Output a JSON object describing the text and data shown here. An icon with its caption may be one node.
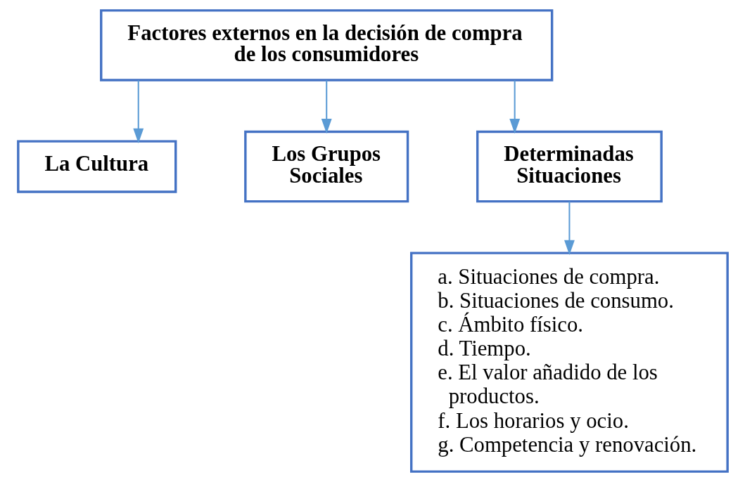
{
  "diagram": {
    "nodes": [
      {
        "text": [
          "Factores externos en la decisión de compra de los consumidores"
        ]
      },
      {
        "text": [
          "La Cultura"
        ]
      },
      {
        "text": [
          "Los Grupos Sociales"
        ]
      },
      {
        "text": [
          "Determinadas Situaciones"
        ]
      },
      {
        "text": [
          "a. Situaciones de compra.",
          "b. Situaciones de consumo.",
          "c. Ámbito físico.",
          "d. Tiempo.",
          "e. El valor añadido de los productos.",
          "f. Los horarios y ocio.",
          "g. Competencia y renovación."
        ]
      }
    ],
    "edges": [
      {
        "from": 0,
        "to": 1,
        "arrow": "to"
      },
      {
        "from": 0,
        "to": 2,
        "arrow": "to"
      },
      {
        "from": 0,
        "to": 3,
        "arrow": "to"
      },
      {
        "from": 3,
        "to": 4,
        "arrow": "to"
      }
    ]
  }
}
